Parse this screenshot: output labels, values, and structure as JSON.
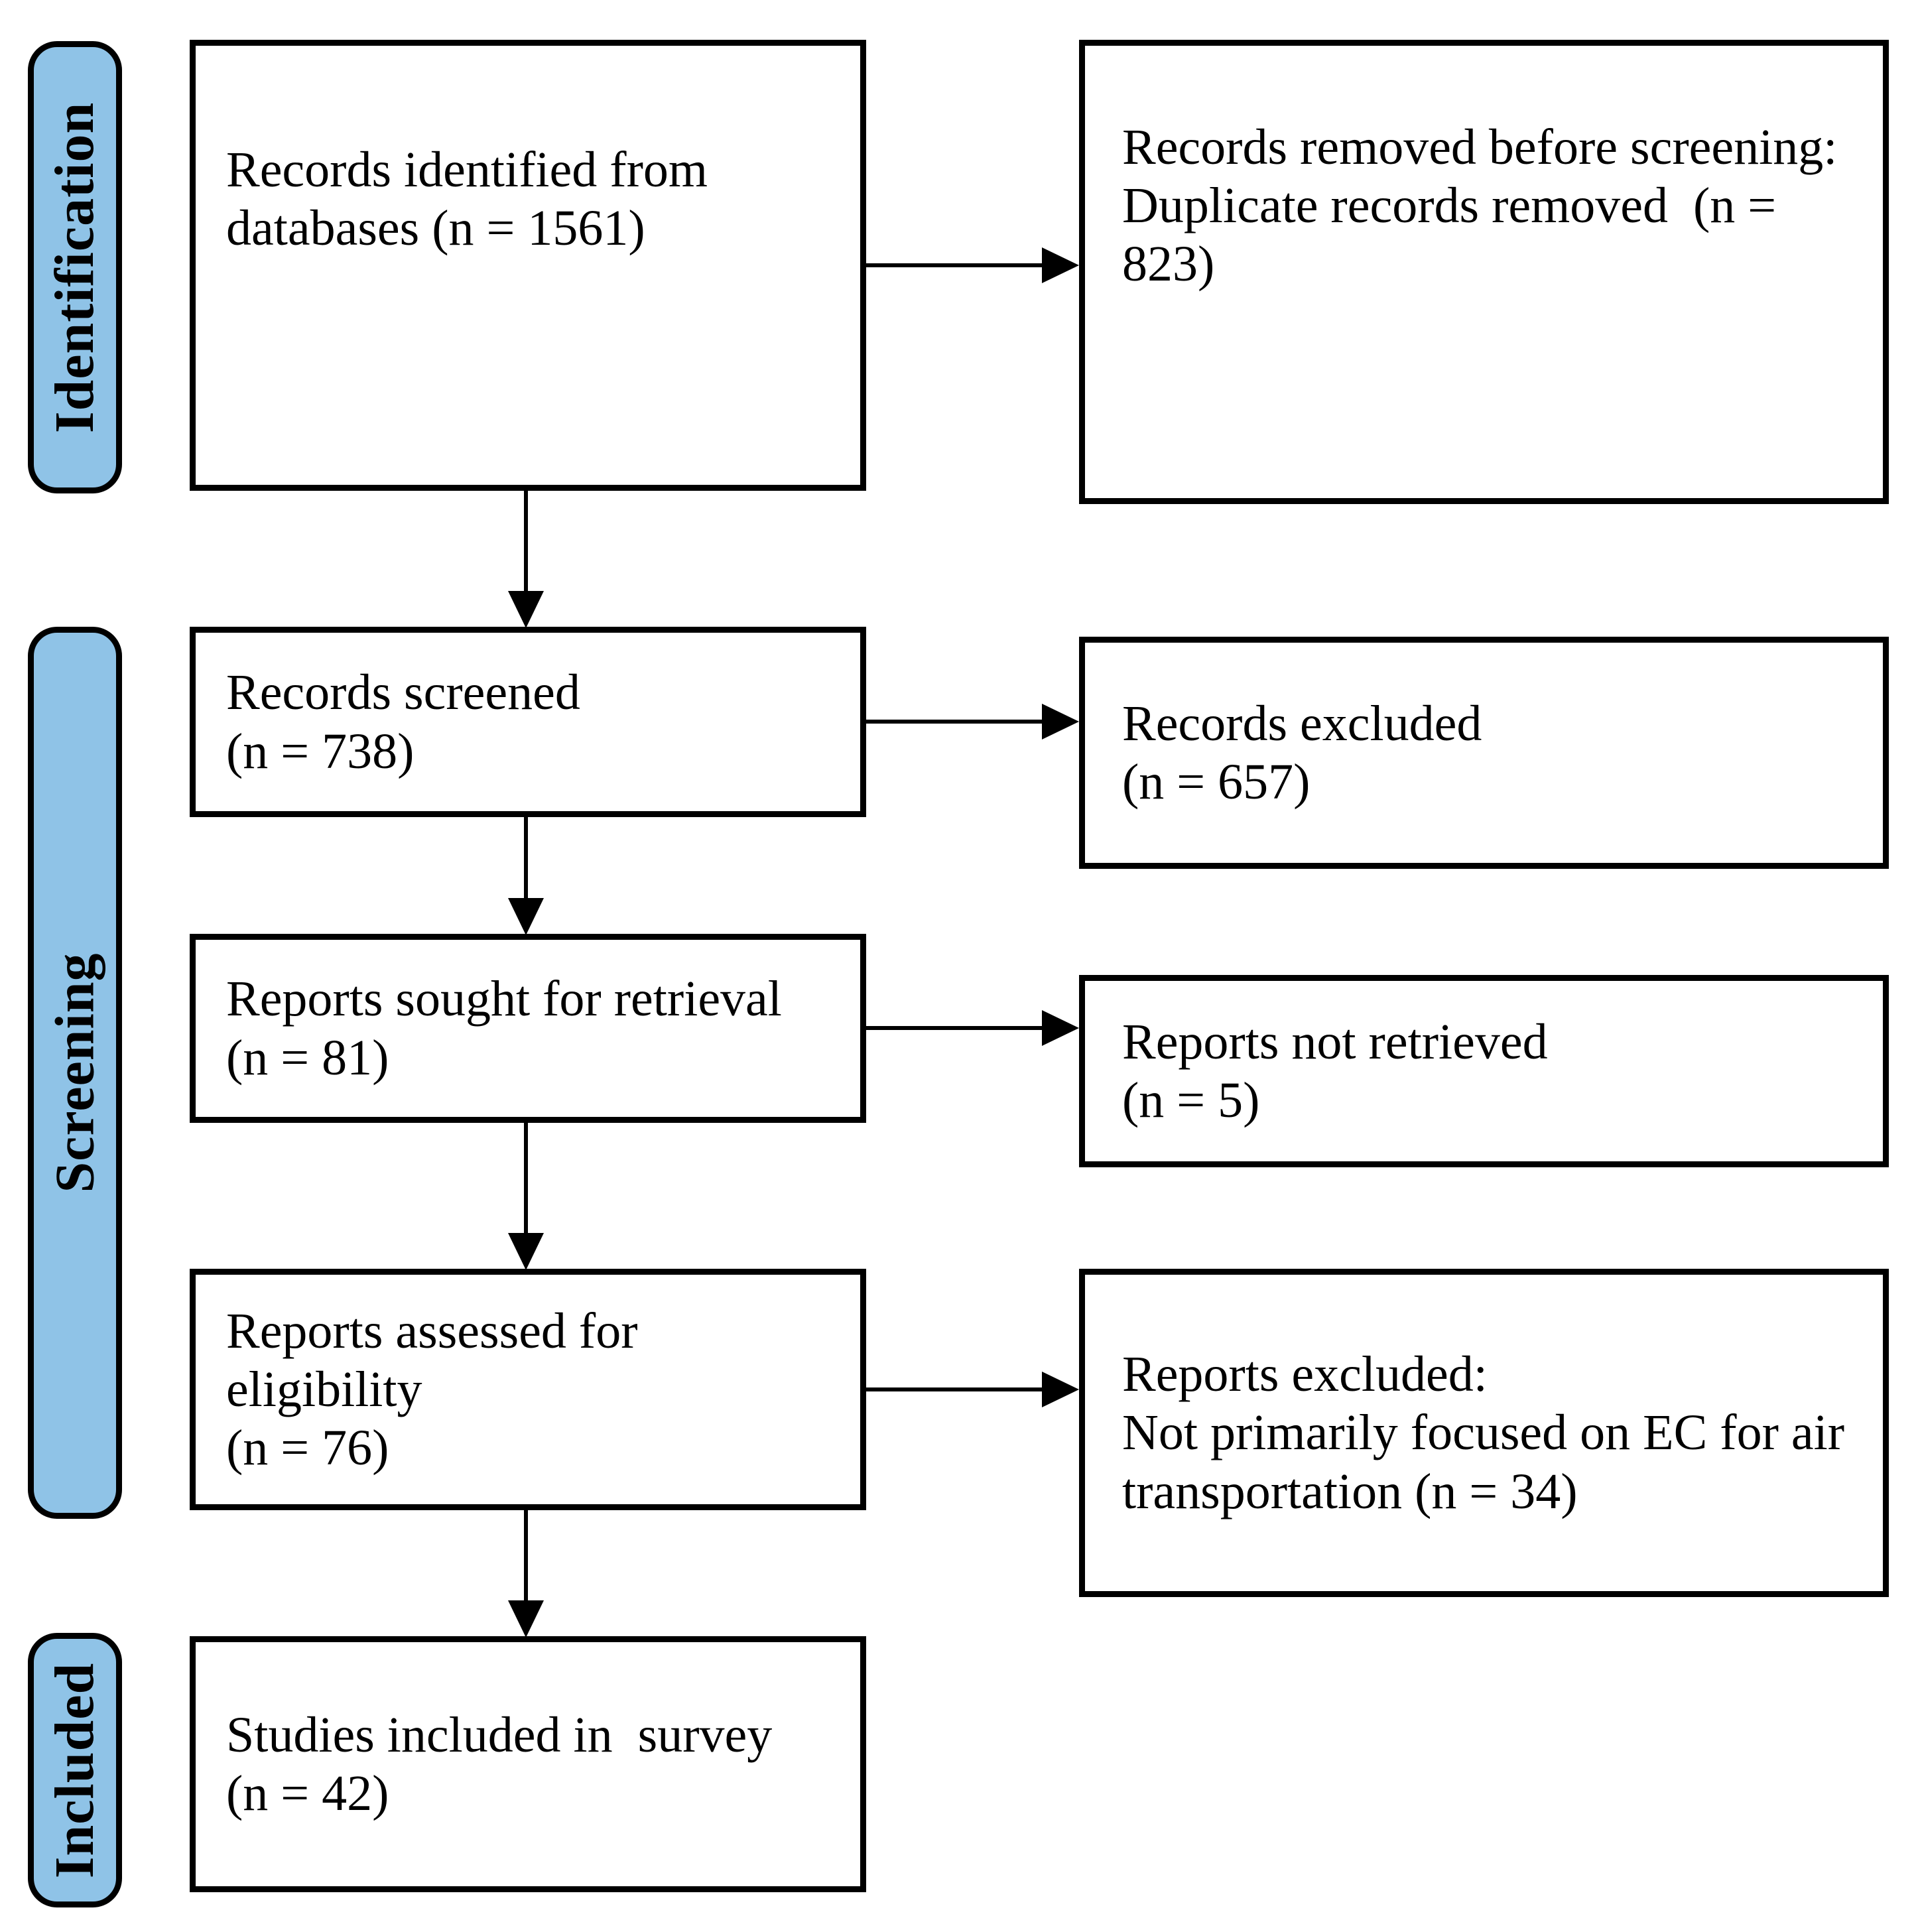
{
  "diagram_type": "prisma-flow",
  "colors": {
    "stage_tab_fill": "#8FC3E7",
    "box_border": "#000000",
    "text": "#000000",
    "background": "#FFFFFF"
  },
  "stages": [
    {
      "id": "identification",
      "label": "Identification"
    },
    {
      "id": "screening",
      "label": "Screening"
    },
    {
      "id": "included",
      "label": "Included"
    }
  ],
  "main_flow": [
    {
      "text": "Records identified from\ndatabases (n = 1561)"
    },
    {
      "text": "Records screened\n(n = 738)"
    },
    {
      "text": "Reports sought for retrieval\n(n = 81)"
    },
    {
      "text": "Reports assessed for eligibility\n(n = 76)"
    },
    {
      "text": "Studies included in  survey\n(n = 42)"
    }
  ],
  "side_flow": [
    {
      "text": "Records removed before screening:\nDuplicate records removed  (n =  823)"
    },
    {
      "text": "Records excluded\n(n = 657)"
    },
    {
      "text": "Reports not retrieved\n(n = 5)"
    },
    {
      "text": "Reports excluded:\nNot primarily focused on EC for air\ntransportation (n = 34)"
    }
  ],
  "counts": {
    "identified": 1561,
    "duplicates_removed": 823,
    "screened": 738,
    "excluded_screening": 657,
    "sought_for_retrieval": 81,
    "not_retrieved": 5,
    "assessed_for_eligibility": 76,
    "excluded_not_focused": 34,
    "included_in_survey": 42
  }
}
